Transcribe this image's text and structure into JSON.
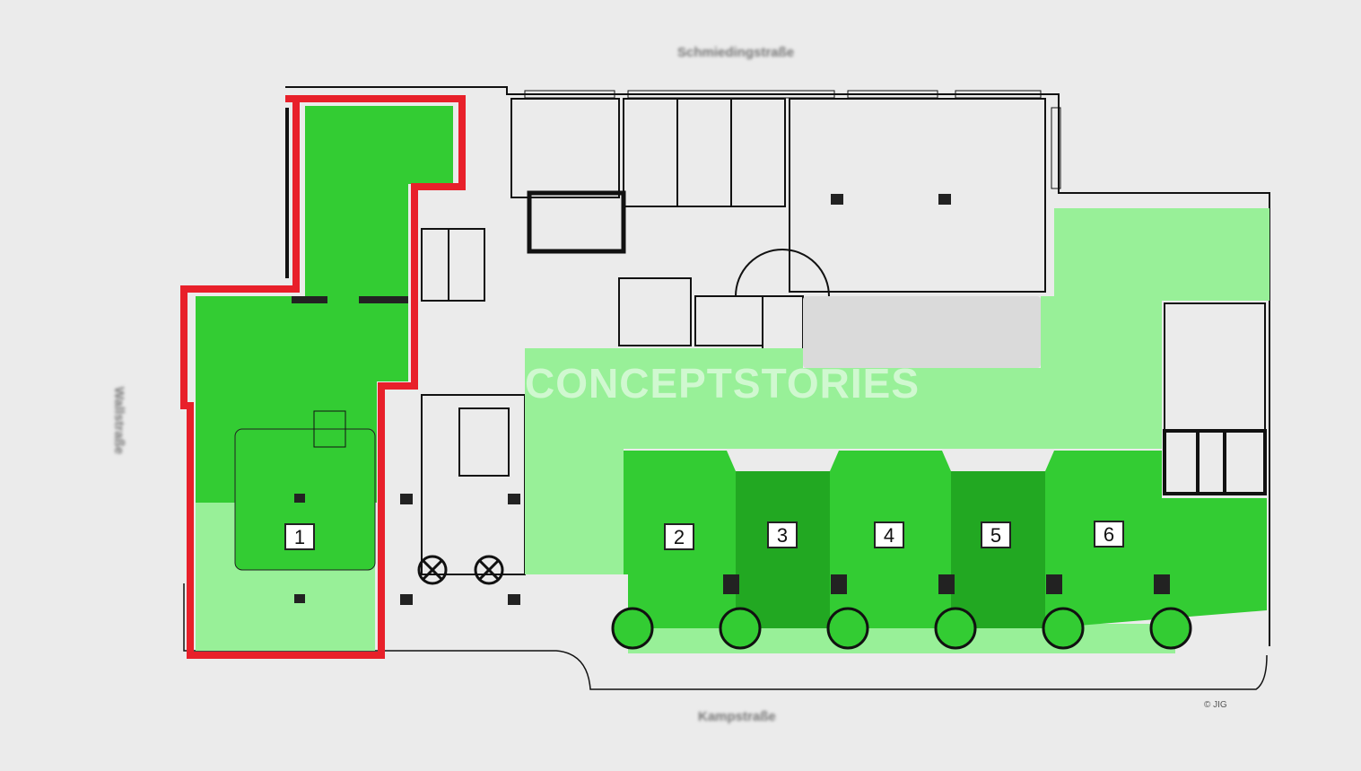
{
  "streets": {
    "north": "Schmiedingstraße",
    "west": "Wallstraße",
    "south": "Kampstraße"
  },
  "watermark": "CONCEPTSTORIES",
  "copyright": "© JIG",
  "units": [
    {
      "label": "1",
      "status": "highlighted"
    },
    {
      "label": "2"
    },
    {
      "label": "3"
    },
    {
      "label": "4"
    },
    {
      "label": "5"
    },
    {
      "label": "6"
    }
  ],
  "colors": {
    "highlight": "#e8202a",
    "unit_green": "#33cc33",
    "unit_dark_green": "#22a822",
    "common_light_green": "#98f098",
    "existing_gray": "#dadada"
  }
}
